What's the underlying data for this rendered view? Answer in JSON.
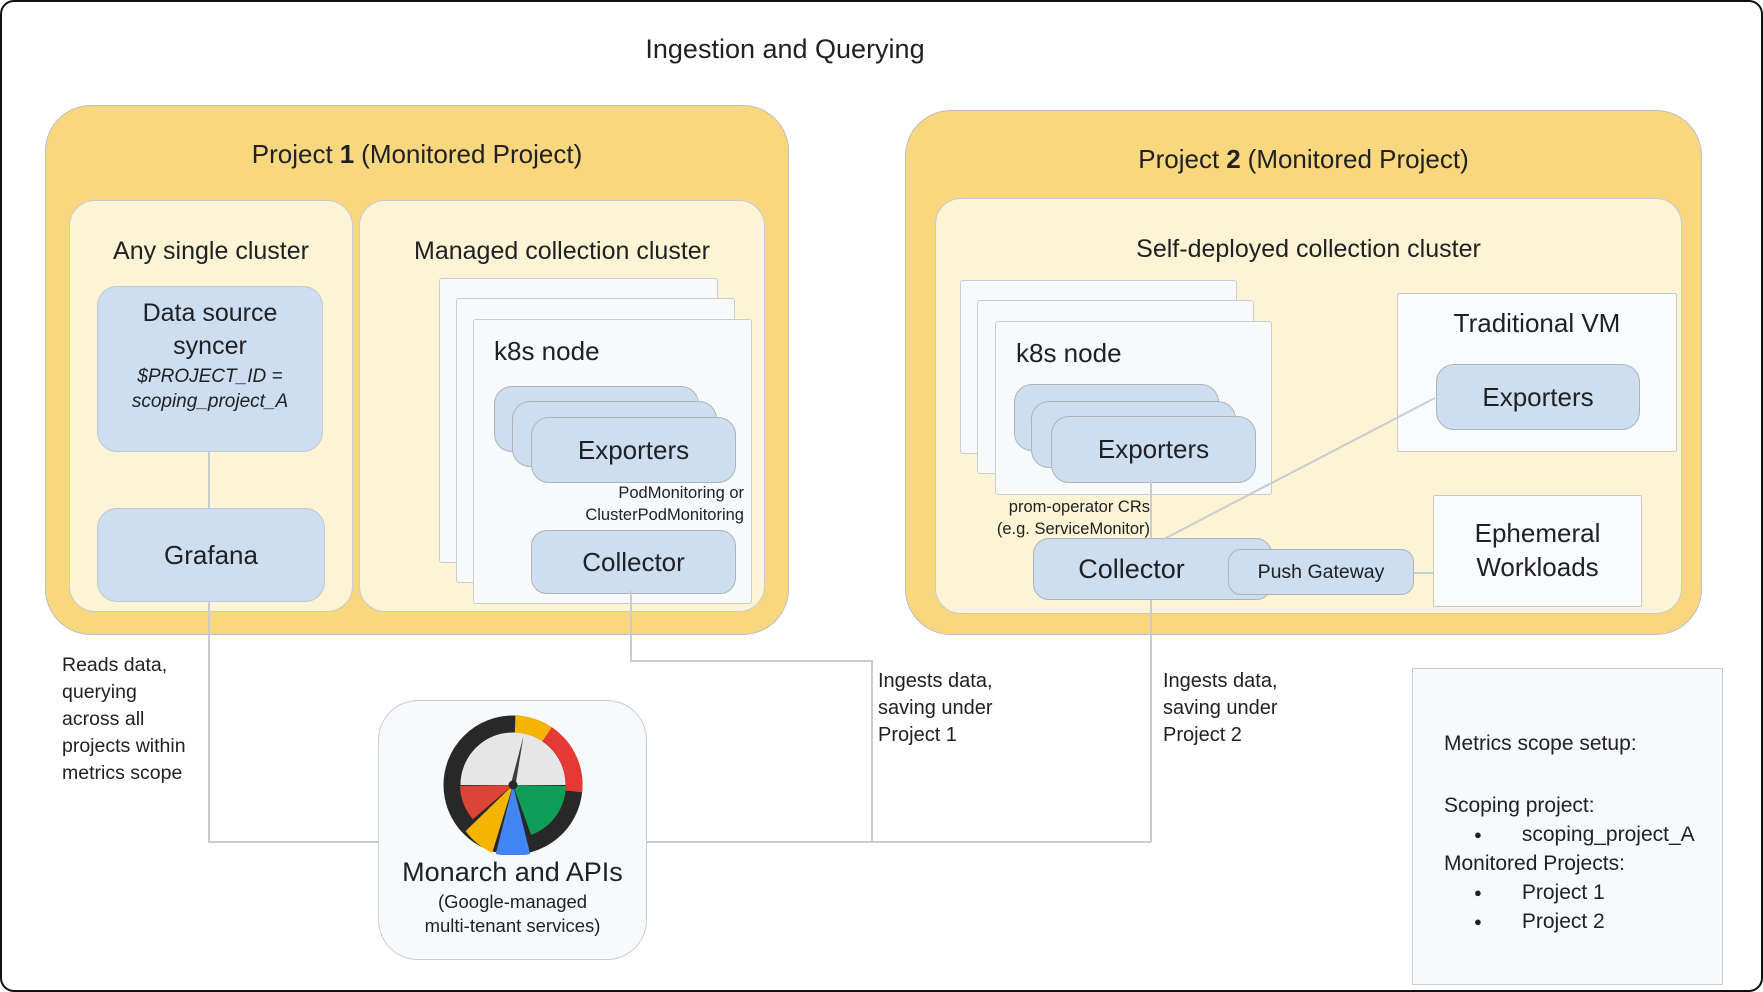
{
  "window": {
    "title": "Ingestion and Querying"
  },
  "colors": {
    "project_fill": "#F9D77E",
    "cluster_fill": "#FDF3D5",
    "component_fill": "#CDDEF1",
    "card_fill": "#F8F9FA",
    "connector_line": "#C9CCD1",
    "icon_red": "#DB4437",
    "icon_yellow": "#F4B400",
    "icon_blue": "#4285F4",
    "icon_green": "#0F9D58"
  },
  "project1": {
    "header": {
      "pre": "Project",
      "num": "1",
      "post": "(Monitored Project)"
    },
    "any_single_cluster": {
      "title": "Any single cluster",
      "data_source_syncer": {
        "label": "Data source syncer",
        "env_note": "$PROJECT_ID =\nscoping_project_A"
      },
      "grafana": {
        "label": "Grafana"
      }
    },
    "managed_cluster": {
      "title": "Managed collection cluster",
      "k8s_node": {
        "label": "k8s node"
      },
      "exporters": {
        "label": "Exporters"
      },
      "monitoring_note": "PodMonitoring or\nClusterPodMonitoring",
      "collector": {
        "label": "Collector"
      }
    }
  },
  "project2": {
    "header": {
      "pre": "Project",
      "num": "2",
      "post": "(Monitored Project)"
    },
    "self_deployed_cluster": {
      "title": "Self-deployed collection cluster",
      "k8s_node": {
        "label": "k8s node"
      },
      "exporters": {
        "label": "Exporters"
      },
      "operator_note": "prom-operator CRs\n(e.g. ServiceMonitor)",
      "collector": {
        "label": "Collector"
      },
      "push_gateway": {
        "label": "Push Gateway"
      }
    },
    "traditional_vm": {
      "title": "Traditional VM",
      "exporters": {
        "label": "Exporters"
      }
    },
    "ephemeral_workloads": {
      "label": "Ephemeral\nWorkloads"
    }
  },
  "monarch": {
    "title": "Monarch and APIs",
    "subtitle": "(Google-managed\nmulti-tenant services)",
    "icon": "cloud-monitoring-gauge-icon"
  },
  "annotations": {
    "reads_data": "Reads data,\nquerying\nacross all\nprojects within\nmetrics scope",
    "ingests_project1": "Ingests data,\nsaving under\nProject 1",
    "ingests_project2": "Ingests data,\nsaving under\nProject 2"
  },
  "metrics_scope_panel": {
    "title": "Metrics scope setup:",
    "scoping_project_label": "Scoping project:",
    "scoping_projects": [
      "scoping_project_A"
    ],
    "monitored_projects_label": "Monitored Projects:",
    "monitored_projects": [
      "Project 1",
      "Project 2"
    ]
  }
}
